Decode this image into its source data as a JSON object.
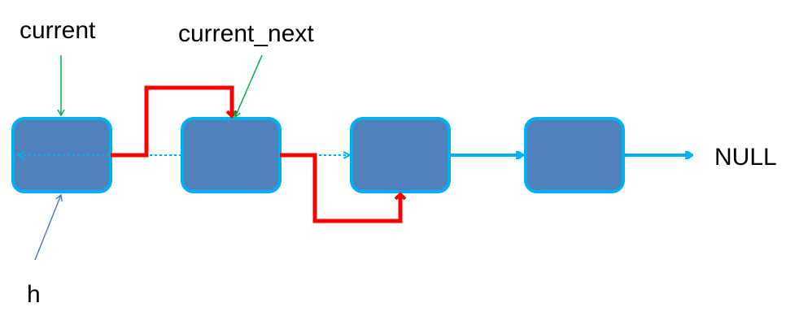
{
  "labels": {
    "current": "current",
    "current_next": "current_next",
    "h": "h",
    "null": "NULL"
  },
  "nodes": [
    {
      "id": "node-1"
    },
    {
      "id": "node-2"
    },
    {
      "id": "node-3"
    },
    {
      "id": "node-4"
    }
  ],
  "colors": {
    "node_fill": "#4f81bd",
    "node_border": "#00b0f0",
    "link": "#00b0f0",
    "rewired_link": "#ff0000",
    "current_pointer": "#00b050",
    "h_pointer": "#4f81bd",
    "text": "#000000"
  }
}
